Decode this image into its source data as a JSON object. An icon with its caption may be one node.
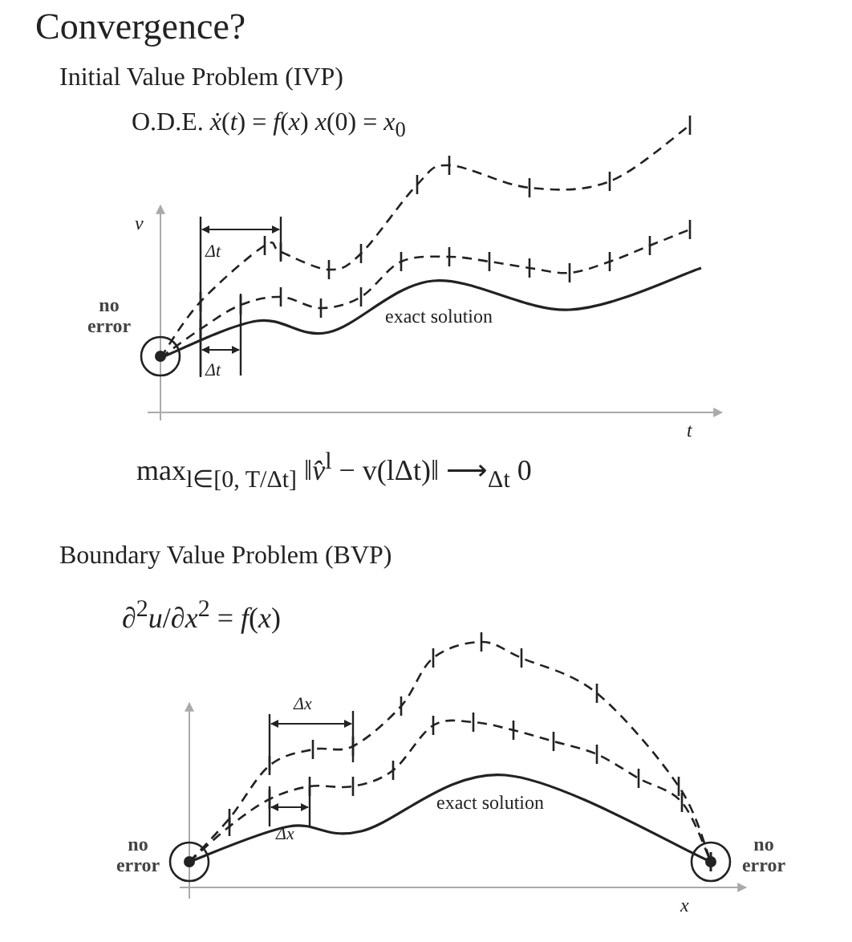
{
  "diagram": {
    "title": "Convergence?",
    "labels": [
      "Initial Value Problem (IVP)",
      "O.D.E.  *ẋ*(*t*) = *f*(*x*)   *x*(0) = *x*$_{0}$",
      "*v*",
      "Δt",
      "no error",
      "exact solution",
      "Δt",
      "*t*",
      "max$_{l∈[0, T/Δt]}$ ‖*v̂*$^{l}$ − v(lΔt)‖ ⟶$_{Δt}$ 0",
      "Boundary Value Problem (BVP)",
      "∂$^{2}$*u*/∂*x*$^{2}$ = *f*(*x*)",
      "Δx",
      "Δx",
      "exact solution",
      "no error",
      "no error",
      "*x*"
    ]
  }
}
